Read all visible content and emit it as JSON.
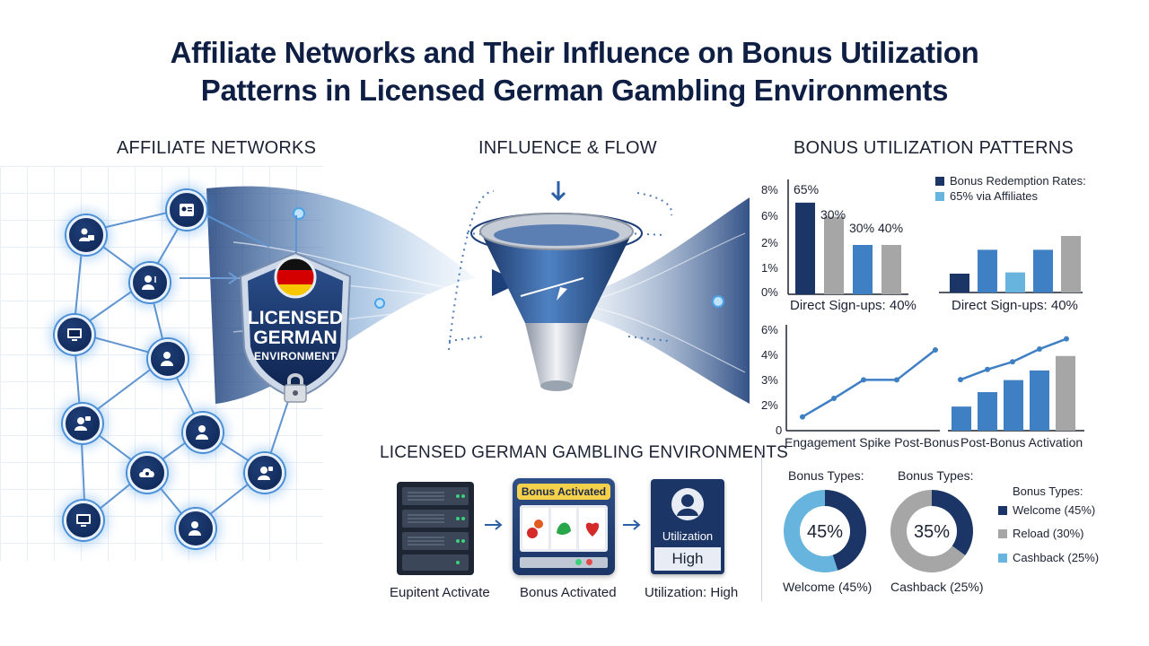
{
  "title_line1": "Affiliate Networks and Their Influence on Bonus Utilization",
  "title_line2": "Patterns in Licensed German Gambling Environments",
  "sections": {
    "affiliate": "AFFILIATE NETWORKS",
    "influence": "INFLUENCE & FLOW",
    "bonus": "BONUS UTILIZATION PATTERNS",
    "environments": "LICENSED GERMAN GAMBLING ENVIRONMENTS"
  },
  "shield": {
    "line1": "LICENSED",
    "line2": "GERMAN",
    "line3": "ENVIRONMENT"
  },
  "process": {
    "slot_header": "Bonus Activated",
    "util_label": "Utilization",
    "util_value": "High",
    "step_captions": [
      "Eupitent Activate",
      "Bonus Activated",
      "Utilization: High"
    ]
  },
  "colors": {
    "navy": "#1b3566",
    "blue": "#3f7fc4",
    "light_blue": "#67b4de",
    "gray": "#a6a6a6"
  },
  "chart_data": [
    {
      "type": "bar",
      "y_ticks": [
        "8%",
        "6%",
        "2%",
        "1%",
        "0%"
      ],
      "values_labels": [
        "65%",
        "30%",
        "30%",
        "40%"
      ],
      "values": [
        65,
        55,
        35,
        35
      ],
      "colors": [
        "#1b3566",
        "#a6a6a6",
        "#3f7fc4",
        "#a6a6a6"
      ],
      "caption": "Direct Sign-ups: 40%"
    },
    {
      "type": "bar",
      "legend": [
        "Bonus Redemption Rates:",
        "65% via Affiliates"
      ],
      "values": [
        30,
        68,
        32,
        68,
        90
      ],
      "colors": [
        "#1b3566",
        "#3f7fc4",
        "#67b4de",
        "#3f7fc4",
        "#a6a6a6"
      ],
      "caption": "Direct Sign-ups: 40%"
    },
    {
      "type": "line",
      "y_ticks": [
        "6%",
        "4%",
        "3%",
        "2%",
        "0"
      ],
      "values": [
        0.6,
        1.4,
        2.2,
        2.2,
        3.5
      ],
      "caption": "Engagement Spike Post-Bonus"
    },
    {
      "type": "bar",
      "values": [
        1.0,
        1.6,
        2.1,
        2.5,
        3.1
      ],
      "line_values": [
        2.0,
        2.4,
        2.7,
        3.2,
        3.6
      ],
      "colors": [
        "#3f7fc4",
        "#3f7fc4",
        "#3f7fc4",
        "#3f7fc4",
        "#a6a6a6"
      ],
      "caption": "Post-Bonus Activation"
    },
    {
      "type": "pie",
      "title": "Bonus Types:",
      "center_label": "45%",
      "values": [
        45,
        55
      ],
      "colors": [
        "#1b3566",
        "#67b4de"
      ],
      "caption": "Welcome (45%)"
    },
    {
      "type": "pie",
      "title": "Bonus Types:",
      "center_label": "35%",
      "values": [
        35,
        65
      ],
      "colors": [
        "#1b3566",
        "#a6a6a6"
      ],
      "caption": "Cashback (25%)"
    },
    {
      "type": "legend",
      "title": "Bonus Types:",
      "items": [
        {
          "label": "Welcome (45%)",
          "color": "#1b3566"
        },
        {
          "label": "Reload (30%)",
          "color": "#a6a6a6"
        },
        {
          "label": "Cashback (25%)",
          "color": "#67b4de"
        }
      ]
    }
  ]
}
